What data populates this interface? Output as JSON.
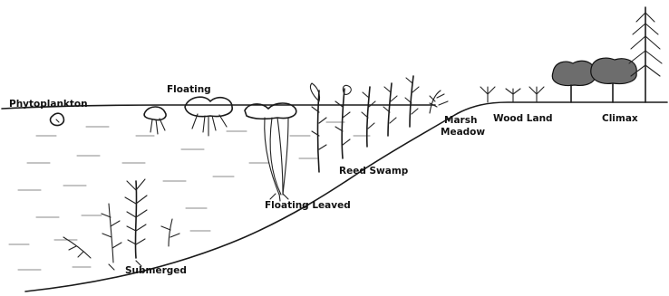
{
  "labels": {
    "phytoplankton": "Phytoplankton",
    "floating": "Floating",
    "submerged": "Submerged",
    "floating_leaved": "Floating Leaved",
    "reed_swamp": "Reed Swamp",
    "marsh_meadow_line1": "Marsh",
    "marsh_meadow_line2": "Meadow",
    "wood_land": "Wood Land",
    "climax": "Climax"
  }
}
